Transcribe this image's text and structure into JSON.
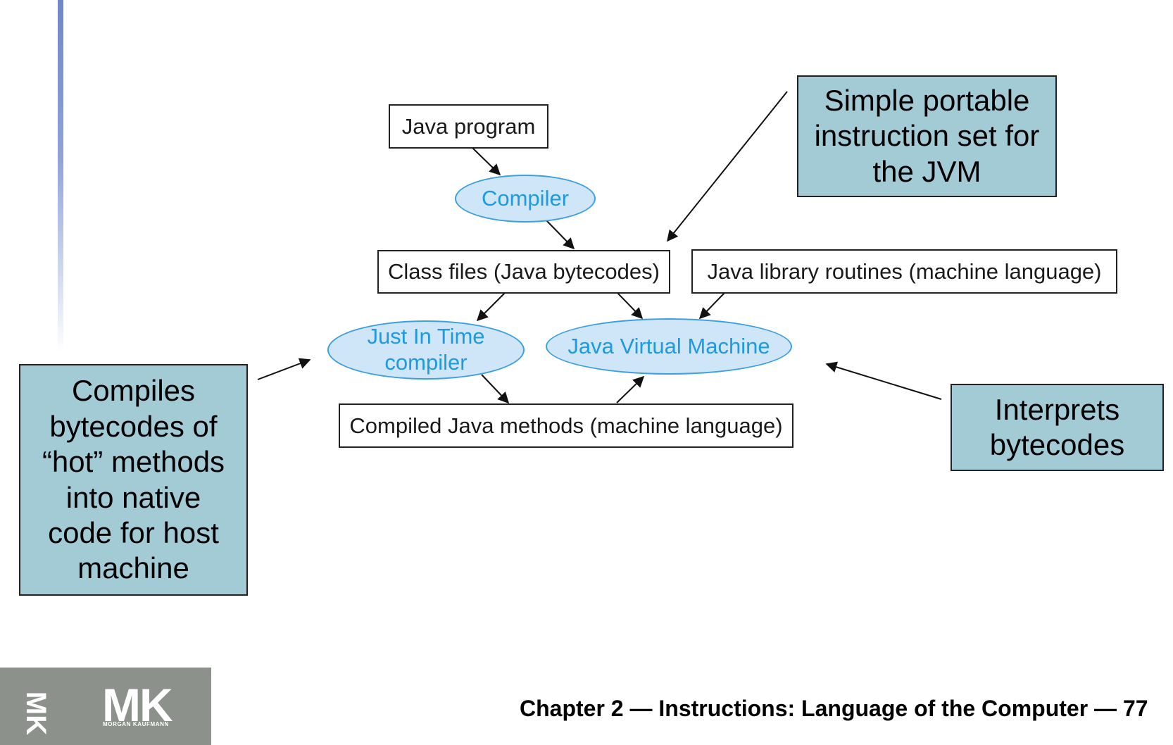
{
  "diagram": {
    "nodes": {
      "java_program": "Java program",
      "compiler": "Compiler",
      "class_files": "Class files (Java bytecodes)",
      "library": "Java library routines (machine language)",
      "jit": "Just In Time\ncompiler",
      "jvm": "Java Virtual Machine",
      "compiled_methods": "Compiled Java methods (machine language)"
    },
    "callouts": {
      "portable": "Simple portable\ninstruction set for\nthe JVM",
      "compiles": "Compiles\nbytecodes of\n“hot” methods\ninto native\ncode for host\nmachine",
      "interprets": "Interprets\nbytecodes"
    }
  },
  "footer": {
    "logo_text": "MK",
    "logo_subtext": "MORGAN KAUFMANN",
    "logo_vertical": "MK",
    "caption": "Chapter 2 — Instructions: Language of the Computer — 77"
  }
}
